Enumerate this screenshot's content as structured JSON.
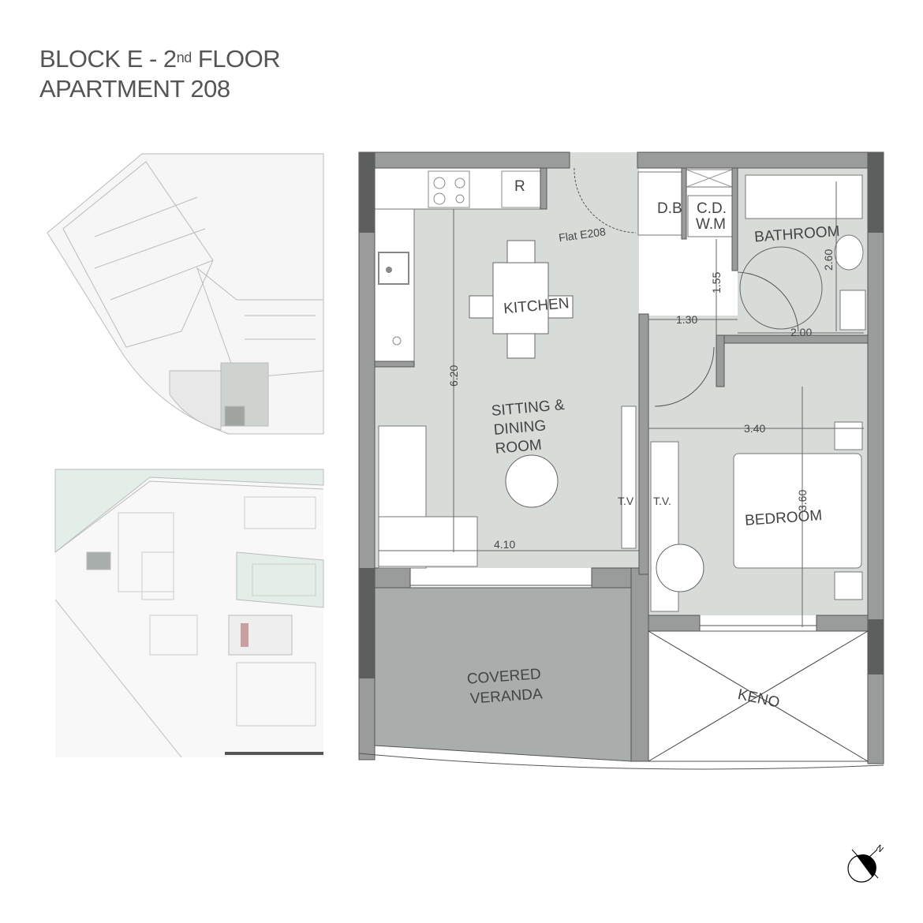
{
  "title": {
    "line1_prefix": "BLOCK E - 2",
    "line1_sup": "nd",
    "line1_suffix": " FLOOR",
    "line2": "APARTMENT 208"
  },
  "plan": {
    "flat_label": "Flat E208",
    "rooms": {
      "kitchen": "KITCHEN",
      "sitting_1": "SITTING &",
      "sitting_2": "DINING",
      "sitting_3": "ROOM",
      "bathroom": "BATHROOM",
      "bedroom": "BEDROOM",
      "veranda_1": "COVERED",
      "veranda_2": "VERANDA",
      "keno": "KENO",
      "db": "D.B",
      "cd": "C.D.",
      "wm": "W.M",
      "fridge": "R",
      "tv1": "T.V",
      "tv2": "T.V."
    },
    "dimensions": {
      "living_length": "6.20",
      "living_width": "4.10",
      "hall_height": "1.55",
      "hall_width": "1.30",
      "bath_height": "2.60",
      "bath_width": "2.00",
      "bed_width": "3.40",
      "bed_height": "3.60"
    },
    "colors": {
      "floor": "#d8dcd9",
      "wall": "#9a9c9b",
      "wall_dark": "#5d5f5e",
      "veranda": "#a9adab"
    }
  },
  "compass": {
    "label": "N"
  }
}
